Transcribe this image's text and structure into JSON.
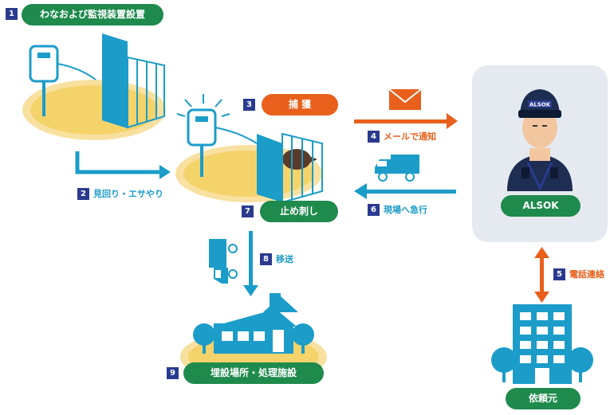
{
  "steps": [
    {
      "num": "1",
      "label": "わなおよび監視装置設置"
    },
    {
      "num": "2",
      "label": "見回り・エサやり"
    },
    {
      "num": "3",
      "label": "捕 獲"
    },
    {
      "num": "4",
      "label": "メールで通知"
    },
    {
      "num": "5",
      "label": "電話連絡"
    },
    {
      "num": "6",
      "label": "現場へ急行"
    },
    {
      "num": "7",
      "label": "止め刺し"
    },
    {
      "num": "8",
      "label": "移送"
    },
    {
      "num": "9",
      "label": "埋設場所・処理施設"
    }
  ],
  "actors": {
    "alsok": "ALSOK",
    "client": "依頼元",
    "helmet_text": "ALSOK"
  },
  "colors": {
    "navy": "#2a3b8f",
    "green": "#1e8a4c",
    "orange": "#e8601c",
    "blue": "#1b9cc9",
    "ground": "#f5d36b"
  }
}
